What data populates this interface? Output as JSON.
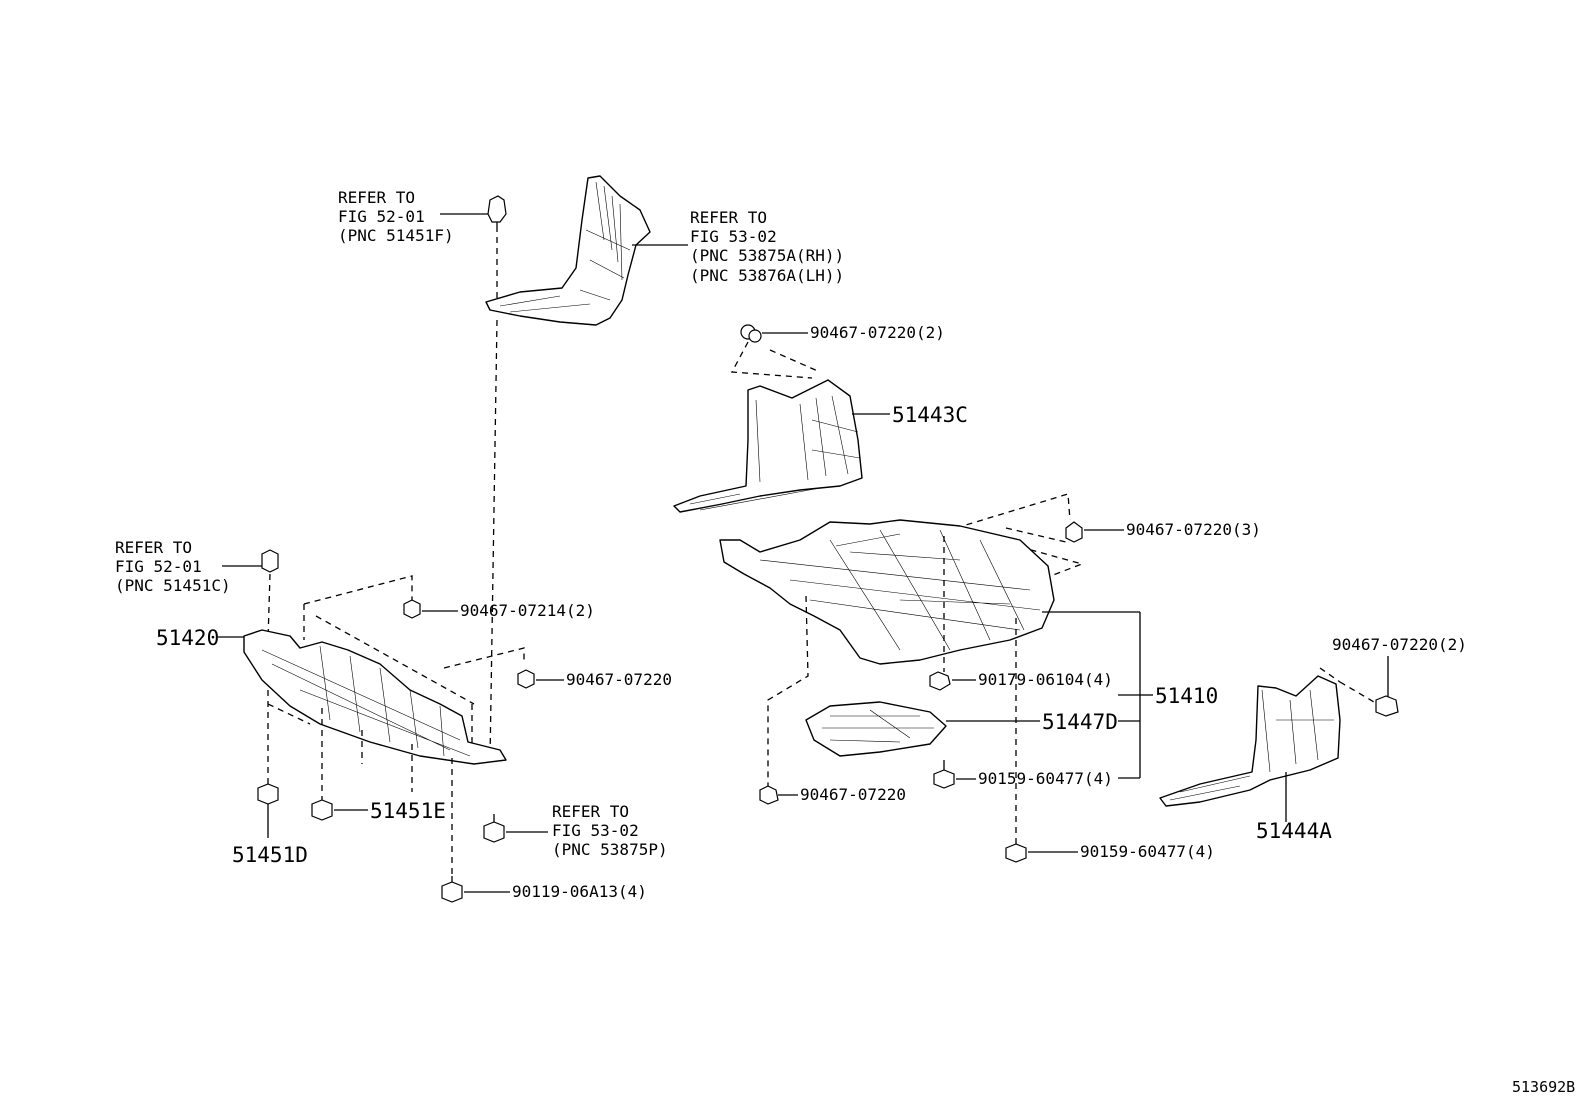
{
  "refs": {
    "r1": [
      "REFER TO",
      "FIG 52-01",
      "(PNC 51451F)"
    ],
    "r2": [
      "REFER TO",
      "FIG 53-02",
      "(PNC 53875A(RH))",
      "(PNC 53876A(LH))"
    ],
    "r3": [
      "REFER TO",
      "FIG 52-01",
      "(PNC 51451C)"
    ],
    "r4": [
      "REFER TO",
      "FIG 53-02",
      "(PNC 53875P)"
    ]
  },
  "parts": {
    "p_51443C": "51443C",
    "p_51420": "51420",
    "p_51410": "51410",
    "p_51447D": "51447D",
    "p_51444A": "51444A",
    "p_51451E": "51451E",
    "p_51451D": "51451D",
    "f_07220_2_top": "90467-07220(2)",
    "f_07220_3": "90467-07220(3)",
    "f_07214_2": "90467-07214(2)",
    "f_07220_mid": "90467-07220",
    "f_06104_4": "90179-06104(4)",
    "f_60477_4_a": "90159-60477(4)",
    "f_60477_4_b": "90159-60477(4)",
    "f_07220_low": "90467-07220",
    "f_07220_2_right": "90467-07220(2)",
    "f_06A13_4": "90119-06A13(4)"
  },
  "figure_id": "513692B"
}
